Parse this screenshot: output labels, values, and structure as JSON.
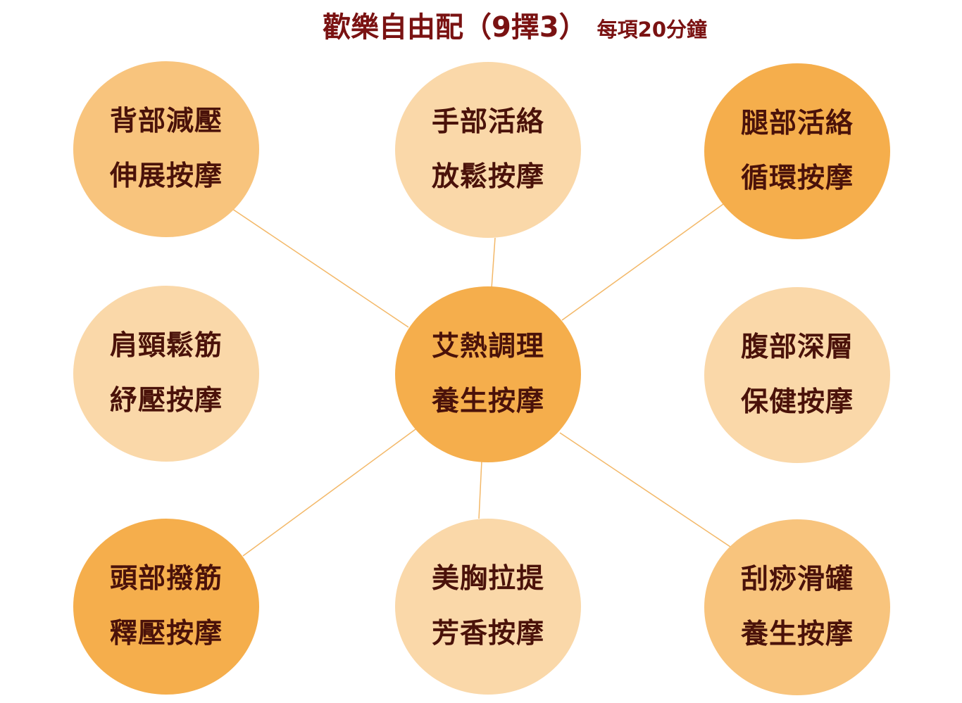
{
  "title": {
    "main": "歡樂自由配（9擇3）",
    "sub": "每項20分鐘"
  },
  "center": {
    "line1": "艾熱調理",
    "line2": "養生按摩"
  },
  "nodes": [
    {
      "line1": "背部減壓",
      "line2": "伸展按摩",
      "shade": "mid"
    },
    {
      "line1": "手部活絡",
      "line2": "放鬆按摩",
      "shade": "light"
    },
    {
      "line1": "腿部活絡",
      "line2": "循環按摩",
      "shade": "dark"
    },
    {
      "line1": "肩頸鬆筋",
      "line2": "紓壓按摩",
      "shade": "light"
    },
    {
      "line1": "腹部深層",
      "line2": "保健按摩",
      "shade": "light"
    },
    {
      "line1": "頭部撥筋",
      "line2": "釋壓按摩",
      "shade": "dark"
    },
    {
      "line1": "美胸拉提",
      "line2": "芳香按摩",
      "shade": "light"
    },
    {
      "line1": "刮痧滑罐",
      "line2": "養生按摩",
      "shade": "mid"
    }
  ],
  "colors": {
    "light": "#fad8a9",
    "mid": "#f8c47d",
    "dark": "#f5ae4c",
    "line": "#f3b868",
    "text": "#4a120a",
    "title": "#7a1212"
  }
}
